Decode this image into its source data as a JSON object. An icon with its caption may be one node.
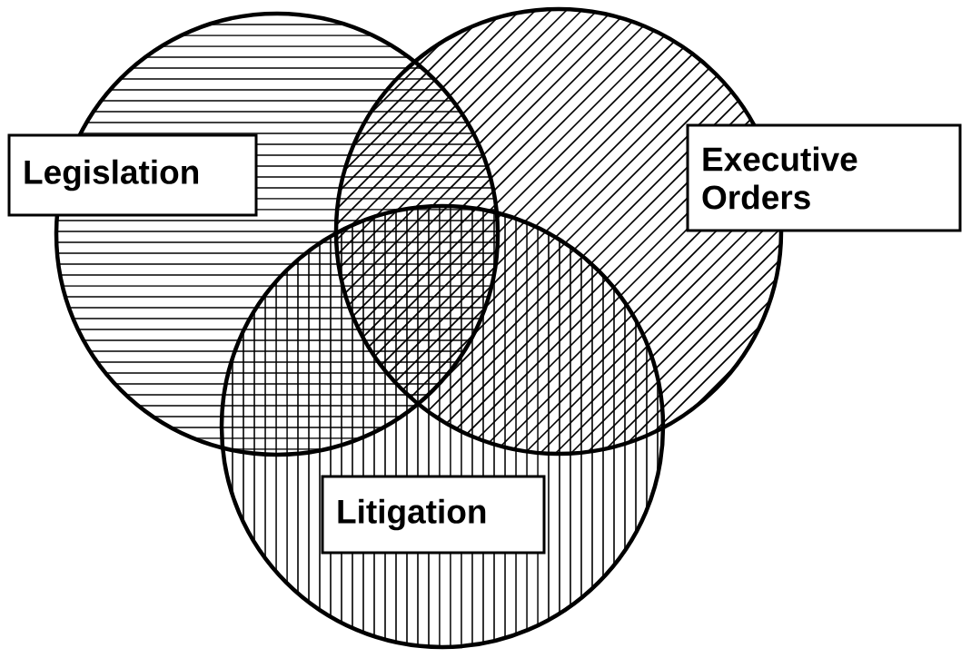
{
  "diagram": {
    "nodes": [
      {
        "text": [
          "Legislation"
        ]
      },
      {
        "text": [
          "Executive Orders"
        ]
      },
      {
        "text": [
          "Litigation"
        ]
      }
    ]
  }
}
